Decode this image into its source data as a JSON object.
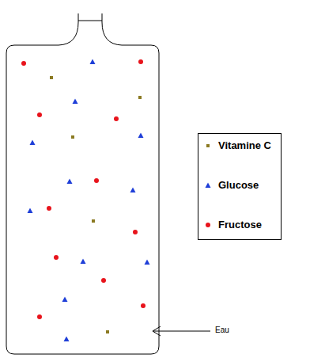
{
  "diagram": {
    "labels": [
      "Eau"
    ],
    "legend": [
      {
        "text": "Vitamine C"
      },
      {
        "text": "Glucose"
      },
      {
        "text": "Fructose"
      }
    ]
  }
}
